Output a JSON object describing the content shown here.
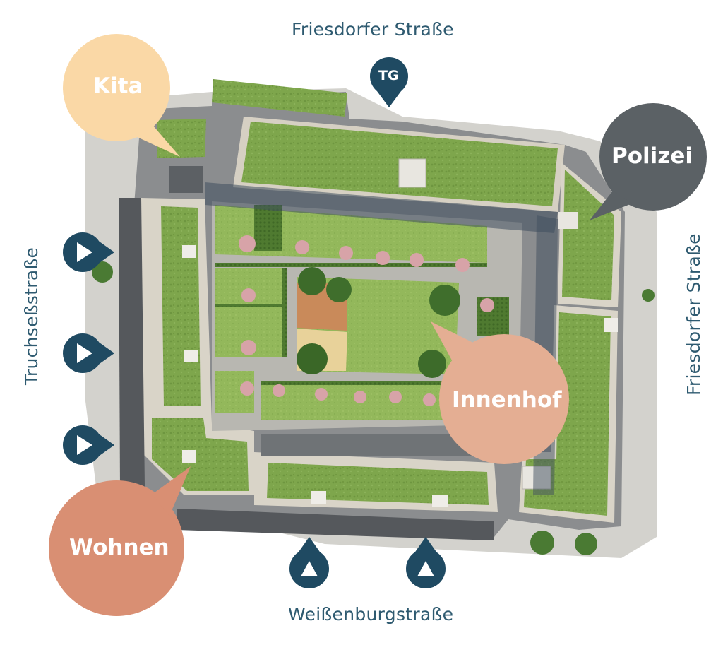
{
  "streets": {
    "top": "Friesdorfer Straße",
    "right": "Friesdorfer Straße",
    "bottom": "Weißenburgstraße",
    "left": "Truchseßstraße"
  },
  "bubbles": {
    "kita": "Kita",
    "polizei": "Polizei",
    "innenhof": "Innenhof",
    "wohnen": "Wohnen"
  },
  "markers": {
    "tg": "TG"
  },
  "colors": {
    "marker": "#1f4a62",
    "kita": "#fad8a6",
    "polizei": "#5b6165",
    "innenhof": "#e4ae93",
    "wohnen": "#d98f73",
    "street_text": "#2e5a70",
    "roof_green": "#7aa04a",
    "garden_green": "#8fb657",
    "paving": "#c9c8c3"
  },
  "icons": {
    "entrance_side": "play-arrow-icon",
    "entrance_bottom": "up-triangle-icon",
    "tg_marker": "pin-marker-icon"
  }
}
